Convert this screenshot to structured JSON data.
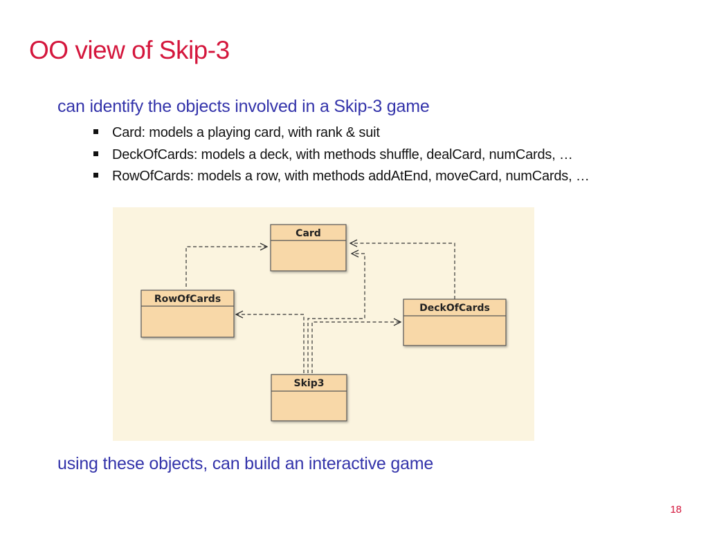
{
  "slide": {
    "title": "OO view of Skip-3",
    "intro": "can identify the objects involved in a Skip-3 game",
    "bullets": [
      "Card: models a playing card, with rank & suit",
      "DeckOfCards: models a deck, with methods shuffle, dealCard, numCards, …",
      "RowOfCards: models a row, with methods addAtEnd, moveCard, numCards, …"
    ],
    "conclusion": "using these objects, can build an interactive game",
    "page_number": "18"
  },
  "diagram": {
    "colors": {
      "background": "#fbf4df",
      "class_fill": "#f8d8a8",
      "class_border": "#555555",
      "dependency_line": "#333333"
    },
    "classes": {
      "card": "Card",
      "row_of_cards": "RowOfCards",
      "deck_of_cards": "DeckOfCards",
      "skip3": "Skip3"
    },
    "dependencies": [
      {
        "from": "RowOfCards",
        "to": "Card"
      },
      {
        "from": "DeckOfCards",
        "to": "Card"
      },
      {
        "from": "Skip3",
        "to": "Card"
      },
      {
        "from": "Skip3",
        "to": "RowOfCards"
      },
      {
        "from": "Skip3",
        "to": "DeckOfCards"
      }
    ]
  }
}
